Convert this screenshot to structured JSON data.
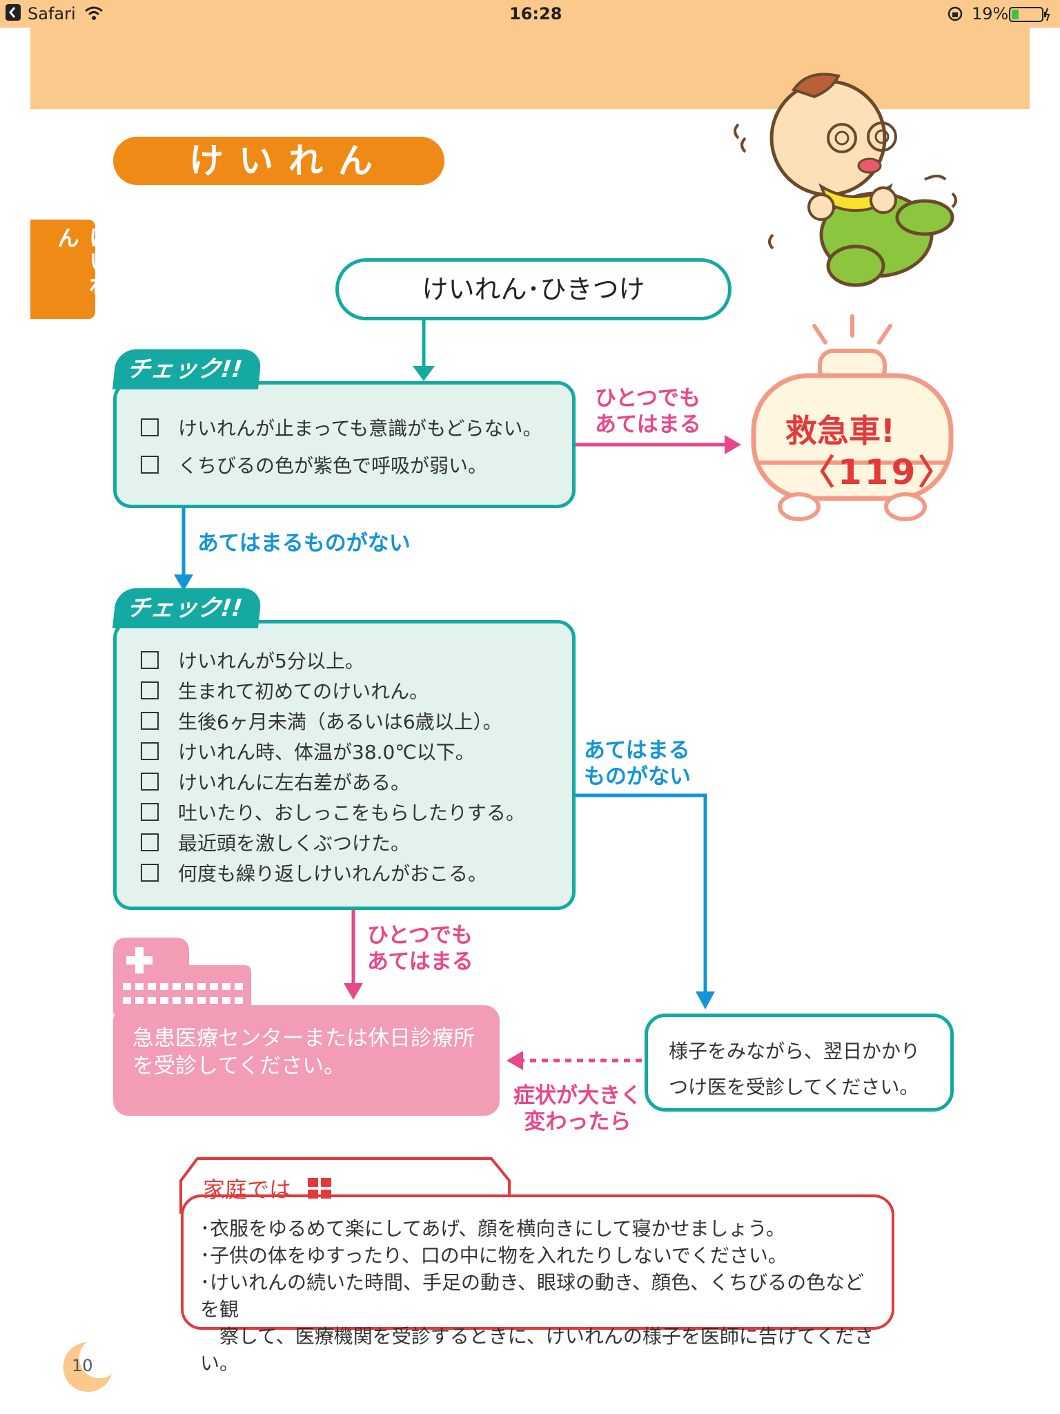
{
  "status_bar": {
    "back_app": "Safari",
    "time": "16:28",
    "battery": "19%"
  },
  "title": "けいれん",
  "side_tab": "けいれん",
  "top_box": "けいれん･ひきつけ",
  "check_label": "チェック!!",
  "check1": {
    "items": [
      "けいれんが止まっても意識がもどらない。",
      "くちびるの色が紫色で呼吸が弱い。"
    ]
  },
  "check2": {
    "items": [
      "けいれんが5分以上。",
      "生まれて初めてのけいれん。",
      "生後6ヶ月未満（あるいは6歳以上）。",
      "けいれん時、体温が38.0℃以下。",
      "けいれんに左右差がある。",
      "吐いたり、おしっこをもらしたりする。",
      "最近頭を激しくぶつけた。",
      "何度も繰り返しけいれんがおこる。"
    ]
  },
  "labels": {
    "any_applies_1": "ひとつでも",
    "any_applies_2": "あてはまる",
    "none_applies": "あてはまるものがない",
    "none_applies_1": "あてはまる",
    "none_applies_2": "ものがない",
    "symptom_change_1": "症状が大きく",
    "symptom_change_2": "変わったら"
  },
  "ambulance": {
    "line1": "救急車!",
    "line2": "〈119〉"
  },
  "er_box": "急患医療センターまたは休日診療所を受診してください。",
  "watch_box": {
    "line1": "様子をみながら、翌日かかり",
    "line2": "つけ医を受診してください。"
  },
  "home": {
    "title": "家庭では",
    "lines": [
      "･衣服をゆるめて楽にしてあげ、顔を横向きにして寝かせましょう。",
      "･子供の体をゆすったり、口の中に物を入れたりしないでください。",
      "･けいれんの続いた時間、手足の動き、眼球の動き、顔色、くちびるの色などを観",
      "　察して、医療機関を受診するときに、けいれんの様子を医師に告げてください。"
    ]
  },
  "page_number": "10",
  "colors": {
    "orange": "#f08a17",
    "header": "#fcc98d",
    "teal": "#14a9a2",
    "teal_bg": "#e3f2ec",
    "pink": "#e8478a",
    "pink_box": "#f29cb5",
    "blue": "#1594d6",
    "red": "#e23a3a"
  }
}
